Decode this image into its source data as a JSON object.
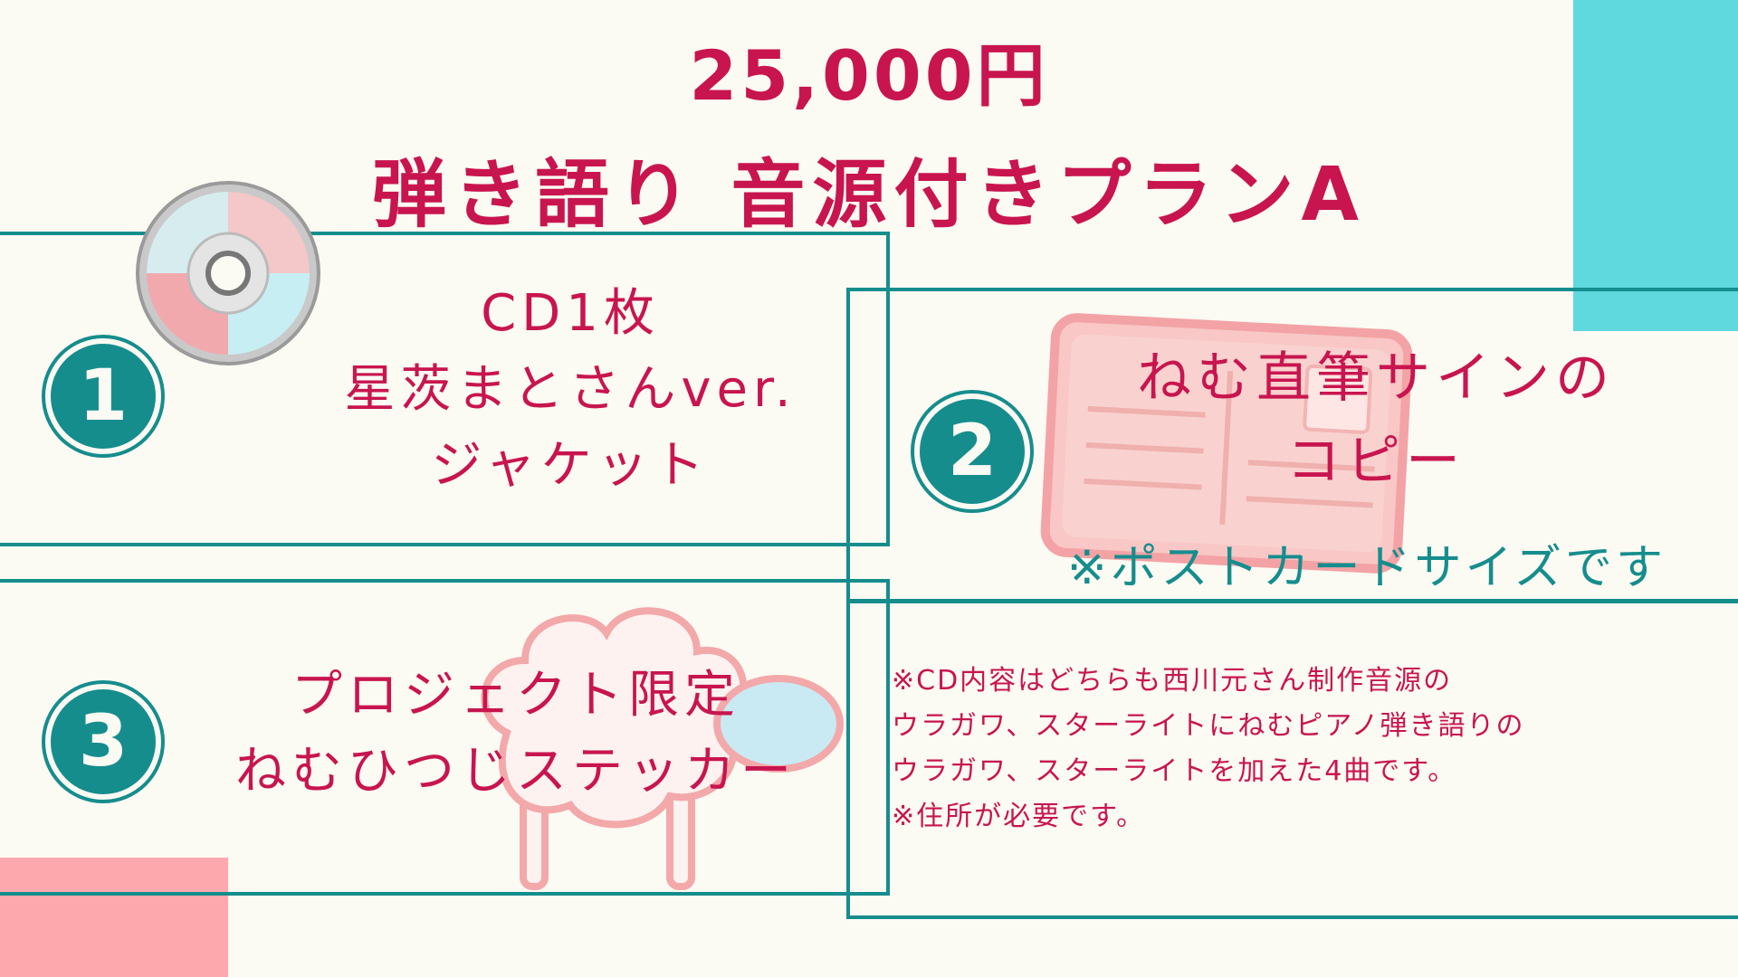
{
  "header": {
    "price": "25,000円",
    "plan_name": "弾き語り 音源付きプランA"
  },
  "items": [
    {
      "number": "1",
      "lines": [
        "CD1枚",
        "星茨まとさんver.",
        "ジャケット"
      ]
    },
    {
      "number": "2",
      "lines": [
        "ねむ直筆サインの",
        "コピー"
      ],
      "note": "※ポストカードサイズです"
    },
    {
      "number": "3",
      "lines": [
        "プロジェクト限定",
        "ねむひつじステッカー"
      ]
    }
  ],
  "notes": [
    "※CD内容はどちらも西川元さん制作音源の",
    "ウラガワ、スターライトにねむピアノ弾き語りの",
    "ウラガワ、スターライトを加えた4曲です。",
    "※住所が必要です。"
  ],
  "colors": {
    "background": "#fbfaf3",
    "accent_red": "#c8154f",
    "teal": "#168d8d",
    "cyan": "#5fd9de",
    "pink": "#fca8ac"
  },
  "icons": [
    "cd-icon",
    "postcard-icon",
    "sheep-icon"
  ]
}
